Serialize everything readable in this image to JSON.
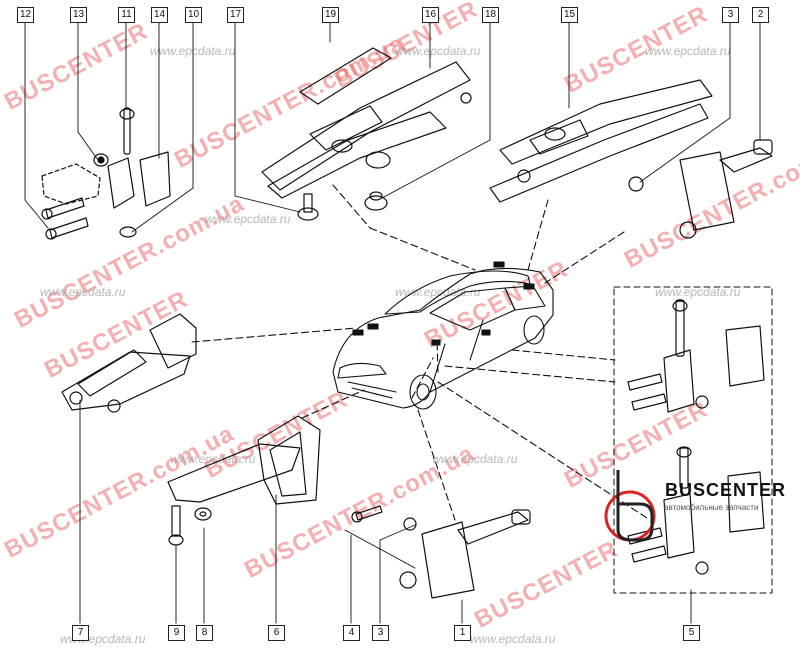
{
  "callouts": [
    {
      "id": "12",
      "label": "12"
    },
    {
      "id": "13",
      "label": "13"
    },
    {
      "id": "11",
      "label": "11"
    },
    {
      "id": "14",
      "label": "14"
    },
    {
      "id": "10",
      "label": "10"
    },
    {
      "id": "17",
      "label": "17"
    },
    {
      "id": "19",
      "label": "19"
    },
    {
      "id": "16",
      "label": "16"
    },
    {
      "id": "18",
      "label": "18"
    },
    {
      "id": "15",
      "label": "15"
    },
    {
      "id": "3t",
      "label": "3"
    },
    {
      "id": "2",
      "label": "2"
    },
    {
      "id": "7",
      "label": "7"
    },
    {
      "id": "9",
      "label": "9"
    },
    {
      "id": "8",
      "label": "8"
    },
    {
      "id": "6",
      "label": "6"
    },
    {
      "id": "4",
      "label": "4"
    },
    {
      "id": "3b",
      "label": "3"
    },
    {
      "id": "1",
      "label": "1"
    },
    {
      "id": "5",
      "label": "5"
    }
  ],
  "watermarks": {
    "brand": "BUSCENTER",
    "domain": "BUSCENTER.com.ua",
    "site": "www.epcdata.ru",
    "site_short": "epcdata.ru"
  },
  "logo": {
    "brand": "BUSCENTER",
    "tagline": "автомобильные запчасти"
  }
}
